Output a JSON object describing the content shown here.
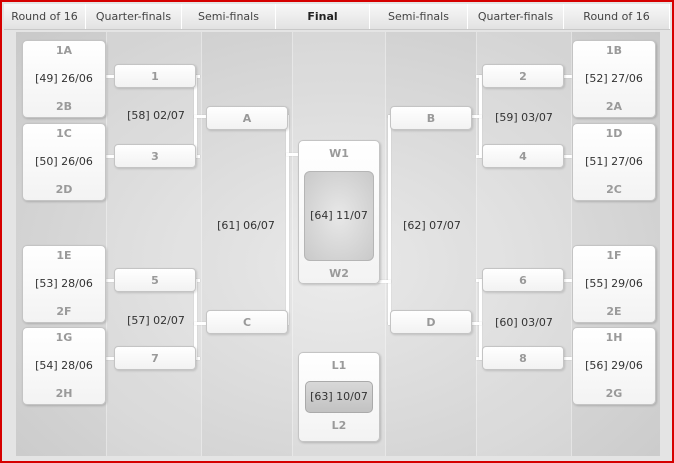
{
  "header": {
    "r16_left": "Round of 16",
    "qf_left": "Quarter-finals",
    "sf_left": "Semi-finals",
    "final": "Final",
    "sf_right": "Semi-finals",
    "qf_right": "Quarter-finals",
    "r16_right": "Round of 16"
  },
  "r16": [
    {
      "top": "1A",
      "match": "[49] 26/06",
      "bottom": "2B"
    },
    {
      "top": "1C",
      "match": "[50] 26/06",
      "bottom": "2D"
    },
    {
      "top": "1E",
      "match": "[53] 28/06",
      "bottom": "2F"
    },
    {
      "top": "1G",
      "match": "[54] 28/06",
      "bottom": "2H"
    },
    {
      "top": "1B",
      "match": "[52] 27/06",
      "bottom": "2A"
    },
    {
      "top": "1D",
      "match": "[51] 27/06",
      "bottom": "2C"
    },
    {
      "top": "1F",
      "match": "[55] 29/06",
      "bottom": "2E"
    },
    {
      "top": "1H",
      "match": "[56] 29/06",
      "bottom": "2G"
    }
  ],
  "qf": {
    "slots": [
      "1",
      "3",
      "5",
      "7",
      "2",
      "4",
      "6",
      "8"
    ],
    "matches": [
      "[58] 02/07",
      "[57] 02/07",
      "[59] 03/07",
      "[60] 03/07"
    ]
  },
  "sf": {
    "slots": [
      "A",
      "C",
      "B",
      "D"
    ],
    "matches": [
      "[61] 06/07",
      "[62] 07/07"
    ]
  },
  "final": {
    "top": "W1",
    "match": "[64] 11/07",
    "bottom": "W2"
  },
  "third_place": {
    "top": "L1",
    "match": "[63] 10/07",
    "bottom": "L2"
  },
  "colors": {
    "frame": "#d60000",
    "board": "#d6d6d6",
    "team_text": "#9a9a9a"
  }
}
